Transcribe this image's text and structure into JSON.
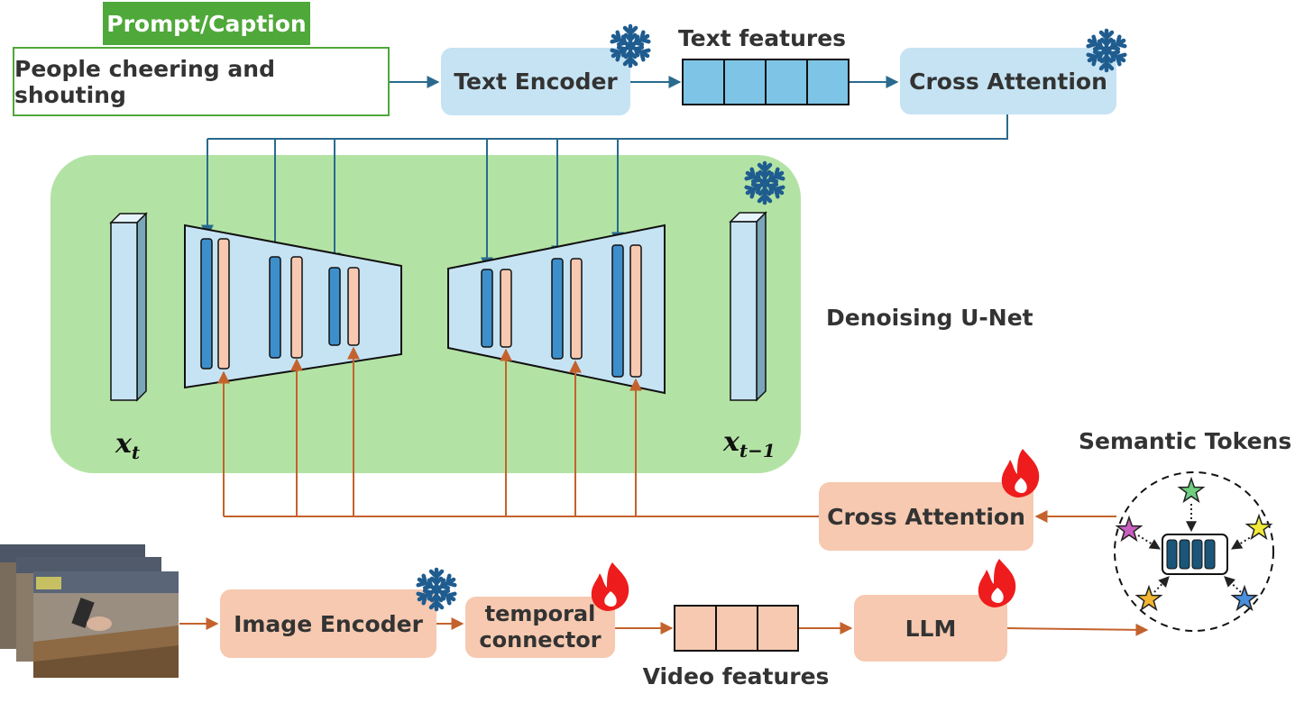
{
  "prompt": {
    "tag": "Prompt/Caption",
    "text": "People cheering and shouting"
  },
  "text_branch": {
    "text_encoder": "Text Encoder",
    "text_features": "Text features",
    "cross_attention": "Cross Attention"
  },
  "unet": {
    "label": "Denoising U-Net",
    "x_t": "x",
    "x_t_sub": "t",
    "x_t1": "x",
    "x_t1_sub": "t−1"
  },
  "video_branch": {
    "image_encoder": "Image Encoder",
    "temporal_connector_line1": "temporal",
    "temporal_connector_line2": "connector",
    "video_features": "Video features",
    "llm": "LLM",
    "cross_attention": "Cross Attention"
  },
  "semantic_tokens": {
    "label": "Semantic Tokens",
    "star_colors": [
      "#6fcf7f",
      "#c95fc0",
      "#f2ea3a",
      "#f2b630",
      "#4a8fdd"
    ]
  },
  "icons": {
    "frozen": "snowflake-icon",
    "trainable": "fire-icon"
  },
  "colors": {
    "blue_box": "#c6e3f3",
    "peach_box": "#f6c9b0",
    "unet_bg": "#b3e3a4",
    "prompt_tag": "#4fa83a",
    "blue_arrow": "#2a6a8e",
    "orange_arrow": "#c4622d",
    "feature_blue": "#7ec4e6",
    "feature_peach": "#f6c9b0",
    "snowflake": "#1f5c8f",
    "fire": "#ee1c1c"
  }
}
